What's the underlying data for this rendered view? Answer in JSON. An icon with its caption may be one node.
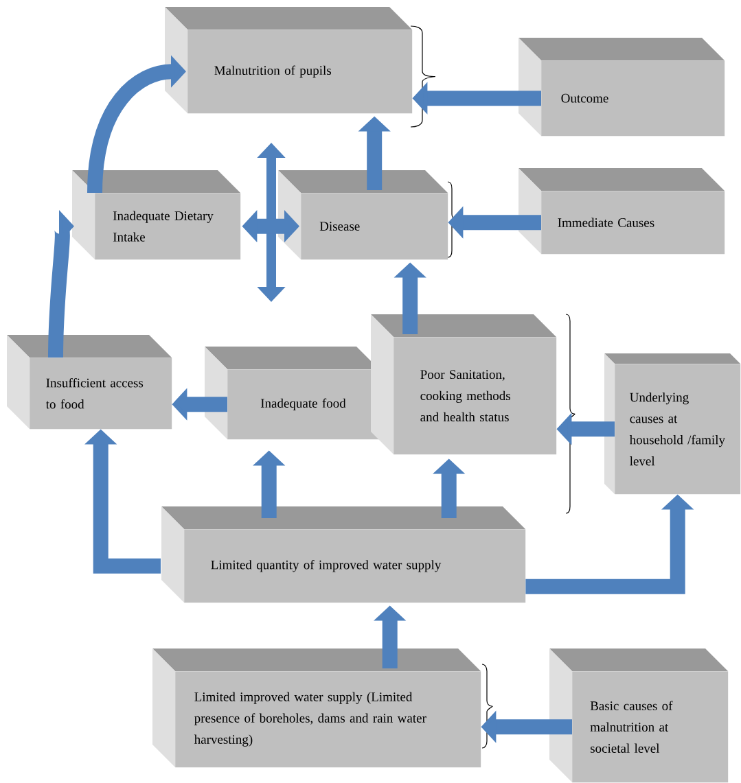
{
  "diagram": {
    "nodes": [
      {
        "text": [
          "Malnutrition of pupils"
        ]
      },
      {
        "text": [
          "Outcome"
        ]
      },
      {
        "text": [
          "Inadequate Dietary Intake"
        ]
      },
      {
        "text": [
          "Disease"
        ]
      },
      {
        "text": [
          "Immediate Causes"
        ]
      },
      {
        "text": [
          "Insufficient access to food"
        ]
      },
      {
        "text": [
          "Inadequate food"
        ]
      },
      {
        "text": [
          "Poor Sanitation, cooking methods and health status"
        ]
      },
      {
        "text": [
          "Underlying causes at household /family level"
        ]
      },
      {
        "text": [
          "Limited quantity of improved water supply"
        ]
      },
      {
        "text": [
          "Limited improved water supply (Limited presence of boreholes, dams and rain water harvesting)"
        ]
      },
      {
        "text": [
          "Basic causes of malnutrition at societal level"
        ]
      }
    ],
    "edges": [
      {
        "from": 2,
        "to": 0,
        "arrow": "to"
      },
      {
        "from": 1,
        "to": 0,
        "arrow": "to"
      },
      {
        "from": 3,
        "to": 0,
        "arrow": "to"
      },
      {
        "from": 2,
        "to": 3,
        "arrow": "both"
      },
      {
        "from": 4,
        "to": 3,
        "arrow": "to"
      },
      {
        "from": 5,
        "to": 2,
        "arrow": "to"
      },
      {
        "from": 6,
        "to": 5,
        "arrow": "to"
      },
      {
        "from": 7,
        "to": 3,
        "arrow": "to"
      },
      {
        "from": 8,
        "to": 7,
        "arrow": "to"
      },
      {
        "from": 9,
        "to": 5,
        "arrow": "to"
      },
      {
        "from": 9,
        "to": 8,
        "arrow": "to"
      },
      {
        "from": 9,
        "to": 6,
        "arrow": "to"
      },
      {
        "from": 9,
        "to": 7,
        "arrow": "to"
      },
      {
        "from": 10,
        "to": 9,
        "arrow": "to"
      },
      {
        "from": 11,
        "to": 10,
        "arrow": "to"
      }
    ]
  }
}
